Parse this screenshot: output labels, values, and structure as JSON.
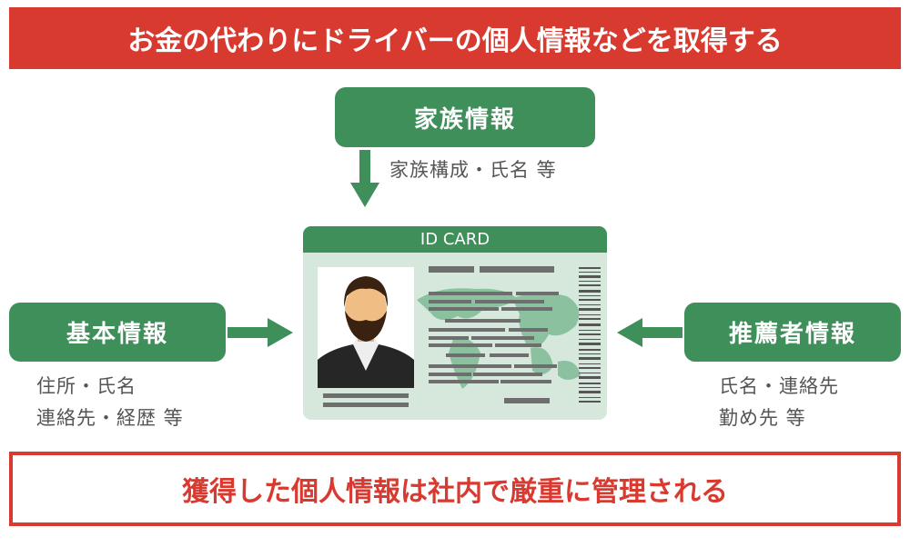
{
  "header": {
    "title": "お金の代わりにドライバーの個人情報などを取得する"
  },
  "family": {
    "label": "家族情報",
    "detail": "家族構成・氏名 等"
  },
  "basic": {
    "label": "基本情報",
    "detail_lines": [
      "住所・氏名",
      "連絡先・経歴 等"
    ]
  },
  "referrer": {
    "label": "推薦者情報",
    "detail_lines": [
      "氏名・連絡先",
      "勤め先 等"
    ]
  },
  "card": {
    "title": "ID CARD"
  },
  "footer": {
    "text": "獲得した個人情報は社内で厳重に管理される"
  },
  "colors": {
    "red": "#d93a30",
    "green": "#3f8f5a",
    "card_bg": "#d6e8dc"
  }
}
